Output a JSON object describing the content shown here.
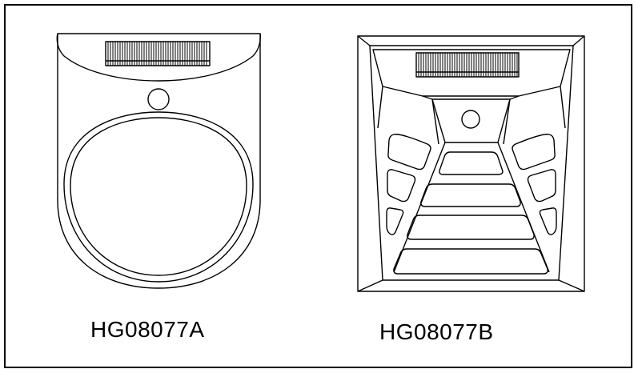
{
  "figure": {
    "items": [
      {
        "id": "A",
        "label": "HG08077A"
      },
      {
        "id": "B",
        "label": "HG08077B"
      }
    ]
  },
  "colors": {
    "stroke": "#000000",
    "background": "#ffffff"
  },
  "icons": [
    "led-display-icon",
    "sensor-hole-icon"
  ]
}
